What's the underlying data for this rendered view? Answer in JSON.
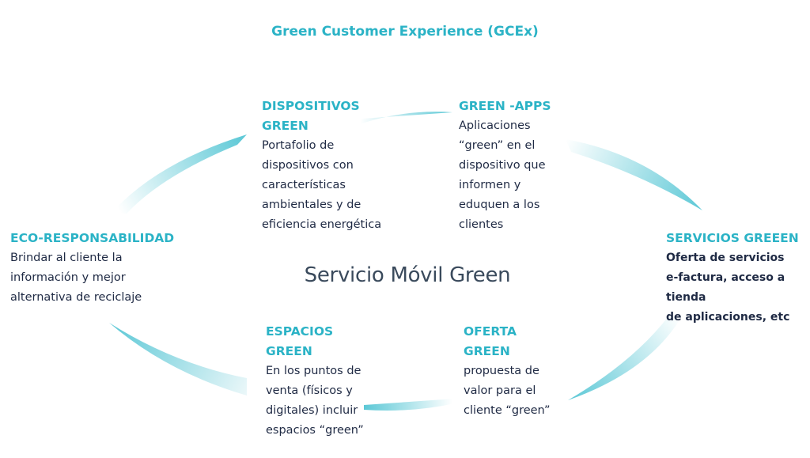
{
  "title": "Green Customer Experience (GCEx)",
  "center": "Servicio Móvil Green",
  "colors": {
    "accent": "#2bb3c6",
    "text": "#1f2a44",
    "arrow": "#5cc8d6"
  },
  "nodes": {
    "dispositivos": {
      "title": "DISPOSITIVOS\nGREEN",
      "desc": "Portafolio de\ndispositivos con\ncaracterísticas\nambientales y de\neficiencia energética"
    },
    "apps": {
      "title": "GREEN -APPS",
      "desc": "Aplicaciones\n“green” en el\ndispositivo que\ninformen y\neduquen a los\nclientes"
    },
    "servicios": {
      "title": "SERVICIOS GREEEN",
      "desc": "Oferta de servicios\ne-factura, acceso a tienda\nde aplicaciones, etc"
    },
    "oferta": {
      "title": "OFERTA\nGREEN",
      "desc": "propuesta de\nvalor para el\ncliente “green”"
    },
    "espacios": {
      "title": "ESPACIOS\nGREEN",
      "desc": "En los puntos de\nventa (físicos y\ndigitales) incluir\nespacios “green”"
    },
    "eco": {
      "title": "ECO-RESPONSABILIDAD",
      "desc": "Brindar al cliente la\ninformación y mejor\nalternativa de reciclaje"
    }
  }
}
